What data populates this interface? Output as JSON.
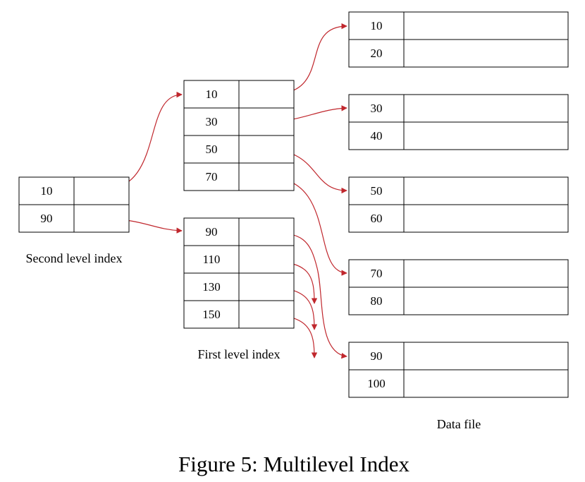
{
  "caption": "Figure 5: Multilevel Index",
  "arrow_color": "#c0272d",
  "second_level": {
    "label": "Second level index",
    "keys": [
      "10",
      "90"
    ]
  },
  "first_level": {
    "label": "First level index",
    "blocks": [
      {
        "keys": [
          "10",
          "30",
          "50",
          "70"
        ]
      },
      {
        "keys": [
          "90",
          "110",
          "130",
          "150"
        ]
      }
    ]
  },
  "data_file": {
    "label": "Data file",
    "blocks": [
      {
        "keys": [
          "10",
          "20"
        ]
      },
      {
        "keys": [
          "30",
          "40"
        ]
      },
      {
        "keys": [
          "50",
          "60"
        ]
      },
      {
        "keys": [
          "70",
          "80"
        ]
      },
      {
        "keys": [
          "90",
          "100"
        ]
      }
    ]
  }
}
